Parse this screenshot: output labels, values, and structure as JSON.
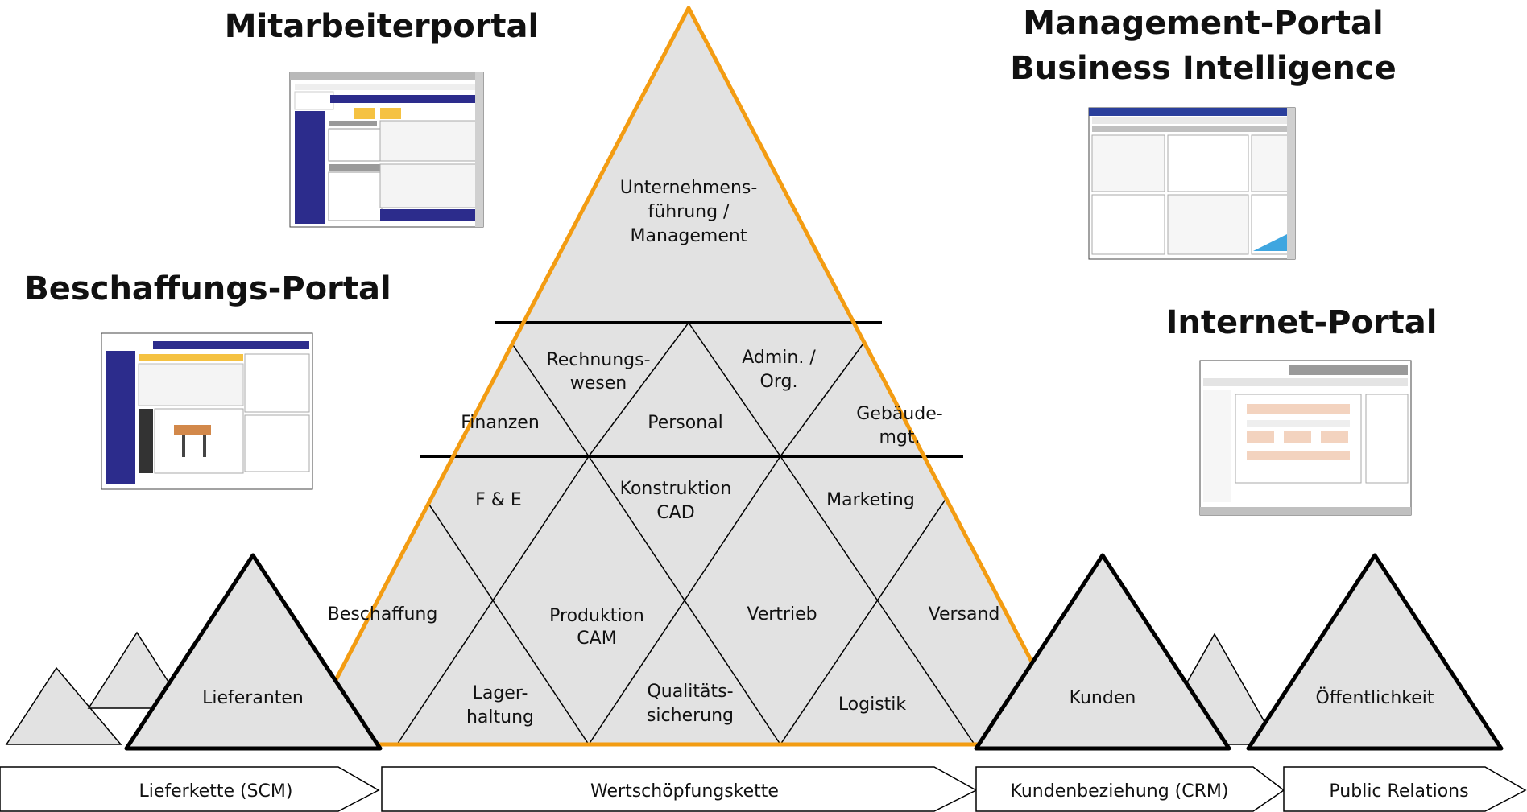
{
  "portals": {
    "mitarbeiter": "Mitarbeiterportal",
    "management_line1": "Management-Portal",
    "management_line2": "Business Intelligence",
    "beschaffung": "Beschaffungs-Portal",
    "internet": "Internet-Portal"
  },
  "pyramid": {
    "top_line1": "Unternehmens-",
    "top_line2": "führung /",
    "top_line3": "Management",
    "finanzen": "Finanzen",
    "rechnung_line1": "Rechnungs-",
    "rechnung_line2": "wesen",
    "personal": "Personal",
    "admin_line1": "Admin. /",
    "admin_line2": "Org.",
    "gebaeude_line1": "Gebäude-",
    "gebaeude_line2": "mgt.",
    "fe": "F & E",
    "konstruktion_line1": "Konstruktion",
    "konstruktion_line2": "CAD",
    "marketing": "Marketing",
    "beschaffung": "Beschaffung",
    "produktion_line1": "Produktion",
    "produktion_line2": "CAM",
    "vertrieb": "Vertrieb",
    "versand": "Versand",
    "lager_line1": "Lager-",
    "lager_line2": "haltung",
    "qualitaet_line1": "Qualitäts-",
    "qualitaet_line2": "sicherung",
    "logistik": "Logistik"
  },
  "side_triangles": {
    "lieferanten": "Lieferanten",
    "kunden": "Kunden",
    "oeffentlichkeit": "Öffentlichkeit"
  },
  "chain": {
    "scm": "Lieferkette (SCM)",
    "wertschoepfung": "Wertschöpfungskette",
    "crm": "Kundenbeziehung (CRM)",
    "pr": "Public Relations"
  },
  "colors": {
    "pyramid_outline": "#f39c12",
    "triangle_fill": "#e2e2e2",
    "line": "#000000",
    "portal_blue": "#2c2c8c"
  }
}
